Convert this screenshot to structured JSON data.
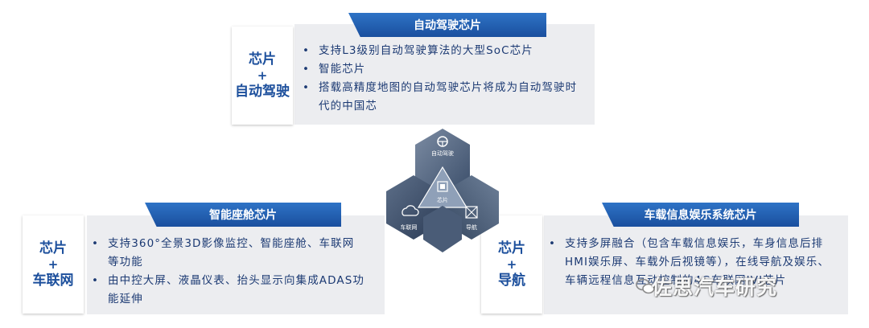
{
  "top": {
    "title": "自动驾驶芯片",
    "badge": {
      "line1": "芯片",
      "plus": "+",
      "line2": "自动驾驶"
    },
    "bullets": [
      "支持L3级别自动驾驶算法的大型SoC芯片",
      "智能芯片",
      "搭载高精度地图的自动驾驶芯片将成为自动驾驶时代的中国芯"
    ]
  },
  "left": {
    "title": "智能座舱芯片",
    "badge": {
      "line1": "芯片",
      "plus": "+",
      "line2": "车联网"
    },
    "bullets": [
      "支持360°全景3D影像监控、智能座舱、车联网等功能",
      "由中控大屏、液晶仪表、抬头显示向集成ADAS功能延伸"
    ]
  },
  "right": {
    "title": "车载信息娱乐系统芯片",
    "badge": {
      "line1": "芯片",
      "plus": "+",
      "line2": "导航"
    },
    "bullets": [
      "支持多屏融合（包含车载信息娱乐，车身信息后排HMI娱乐屏、车载外后视镜等），在线导航及娱乐、车辆远程信息互动控制的4G车联网IVI芯片"
    ]
  },
  "center": {
    "top_label": "自动驾驶",
    "middle_label": "芯片",
    "left_label": "车联网",
    "right_label": "导航"
  },
  "watermark": "佐思汽车研究",
  "colors": {
    "accent": "#1c4f9c",
    "panel": "#ecedf0",
    "text": "#1c3a73"
  }
}
